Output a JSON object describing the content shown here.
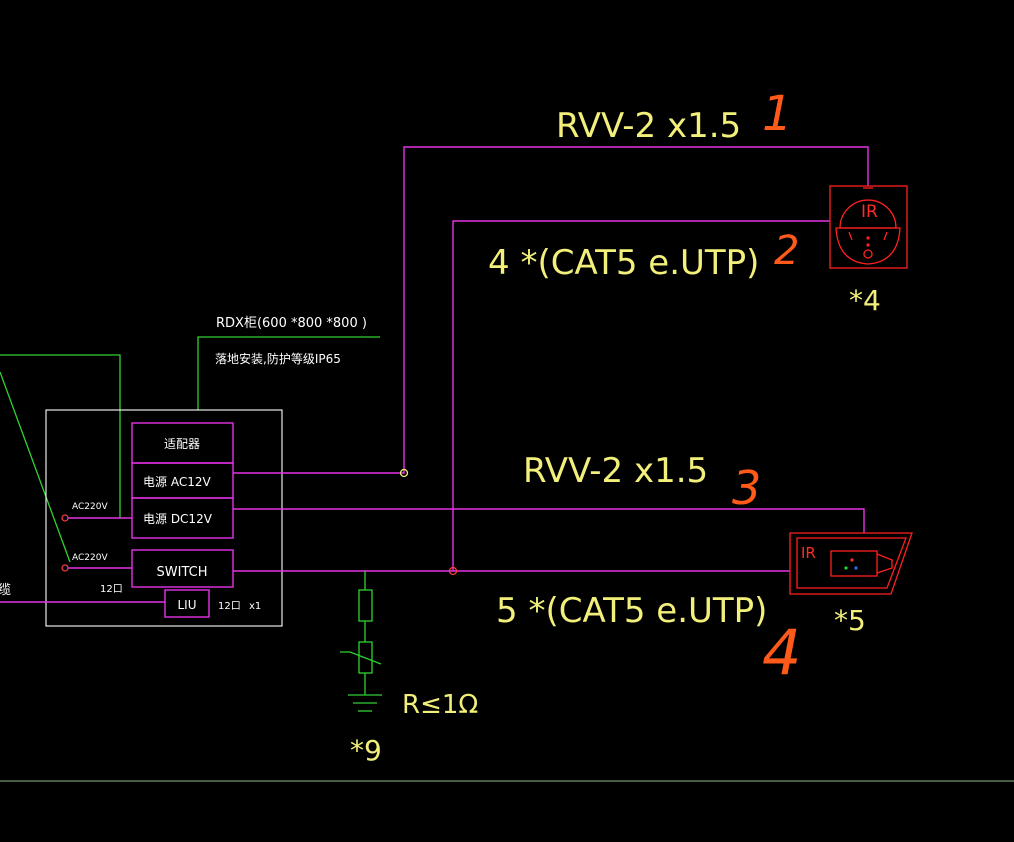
{
  "cables": {
    "power_top": "RVV-2 x1.5",
    "data_top": "4 *(CAT5 e.UTP)",
    "power_bottom": "RVV-2 x1.5",
    "data_bottom": "5 *(CAT5 e.UTP)"
  },
  "cabinet": {
    "title": "RDX柜(600 *800 *800 )",
    "note": "落地安装,防护等级IP65",
    "adapter": "适配器",
    "psu_ac": "电源  AC12V",
    "psu_dc": "电源  DC12V",
    "switch": "SWITCH",
    "liu": "LIU",
    "ac220_top": "AC220V",
    "ac220_bottom": "AC220V",
    "port_left": "12口",
    "port_right": "12口",
    "port_qty": "x1",
    "left_cut_text": "缆"
  },
  "devices": {
    "dome_label": "IR",
    "dome_qty": "*4",
    "bullet_label": "IR",
    "bullet_qty": "*5"
  },
  "ground": {
    "resistance": "R≤1Ω",
    "qty": "*9"
  },
  "annotations": {
    "mark1": "1",
    "mark2": "2",
    "mark3": "3",
    "mark4": "4"
  },
  "colors": {
    "background": "#000000",
    "wire": "#e632e6",
    "green_wire": "#31d131",
    "label_yellow": "#f2f07a",
    "device_red": "#ff2020",
    "annotation_orange": "#ff5a1a"
  }
}
